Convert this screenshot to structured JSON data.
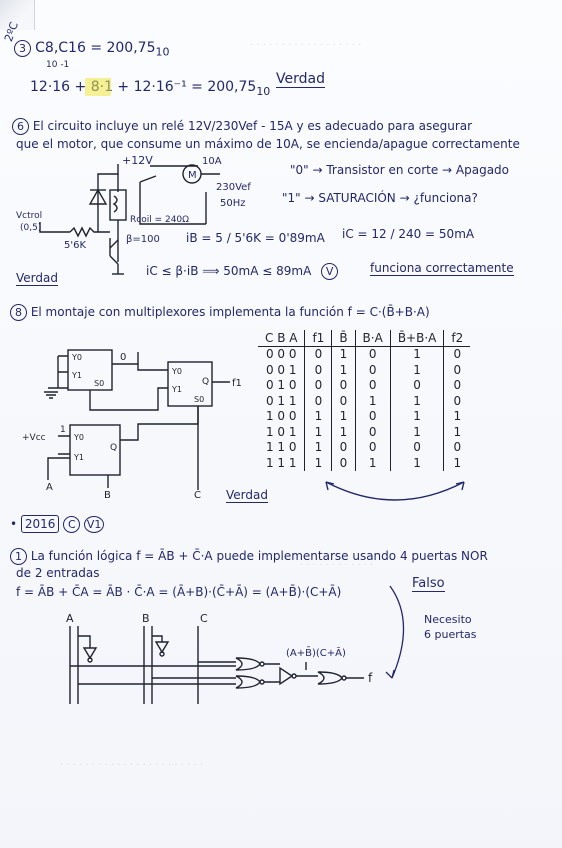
{
  "corner_mark": "2ºC",
  "q3": {
    "num": "3",
    "line1": "C8,C16 = 200,75",
    "line1_sub": "10",
    "line1_under": "10 -1",
    "line2": "12·16 + 8·1 + 12·16⁻¹ = 200,75",
    "line2_sub": "10",
    "answer": "Verdad"
  },
  "q6": {
    "num": "6",
    "line1": "El circuito incluye un relé 12V/230Vef - 15A y es adecuado para asegurar",
    "line2": "que el motor, que consume un máximo de 10A, se encienda/apague correctamente",
    "labels": {
      "vcc": "+12V",
      "motor": "M",
      "motor_current": "10A",
      "ac1": "230Vef",
      "ac2": "50Hz",
      "rcoil": "Rcoil = 240Ω",
      "beta": "β=100",
      "vctrol": "Vctrol",
      "vctrol_range": "(0,5)",
      "rb": "5'6K"
    },
    "note1": "\"0\" → Transistor en corte → Apagado",
    "note2": "\"1\" → SATURACIÓN → ¿funciona?",
    "calc_ib": "iB = 5 / 5'6K = 0'89mA",
    "calc_ic": "iC = 12 / 240 = 50mA",
    "calc_check": "iC ≤ β·iB ⟹ 50mA ≤ 89mA",
    "check_mark": "V",
    "conclusion": "funciona correctamente",
    "answer": "Verdad"
  },
  "q8": {
    "num": "8",
    "line1": "El montaje con multiplexores implementa la función f = C·(B̄+B·A)",
    "mux_labels": {
      "zero": "0",
      "y0": "Y0",
      "y1": "Y1",
      "s0": "S0",
      "q": "Q",
      "f1": "f1",
      "vcc": "+Vcc",
      "one": "1",
      "a": "A",
      "b": "B",
      "c": "C"
    },
    "table_headers": [
      "C B A",
      "f1",
      "B̄",
      "B·A",
      "B̄+B·A",
      "f2"
    ],
    "table_rows": [
      [
        "0 0 0",
        "0",
        "1",
        "0",
        "1",
        "0"
      ],
      [
        "0 0 1",
        "0",
        "1",
        "0",
        "1",
        "0"
      ],
      [
        "0 1 0",
        "0",
        "0",
        "0",
        "0",
        "0"
      ],
      [
        "0 1 1",
        "0",
        "0",
        "1",
        "1",
        "0"
      ],
      [
        "1 0 0",
        "1",
        "1",
        "0",
        "1",
        "1"
      ],
      [
        "1 0 1",
        "1",
        "1",
        "0",
        "1",
        "1"
      ],
      [
        "1 1 0",
        "1",
        "0",
        "0",
        "0",
        "0"
      ],
      [
        "1 1 1",
        "1",
        "0",
        "1",
        "1",
        "1"
      ]
    ],
    "answer": "Verdad"
  },
  "section_2016": {
    "year": "2016",
    "c_mark": "C",
    "v_mark": "V1"
  },
  "q1": {
    "num": "1",
    "line1": "La función lógica f = ĀB + C̄·A puede implementarse usando 4 puertas NOR",
    "line2": "de 2 entradas",
    "derivation": "f = ĀB + C̄A = ĀB · C̄·A = (Ā+B)·(C̄+Ā) = (A+B̄)·(C+Ā)",
    "answer": "Falso",
    "note1": "Necesito",
    "note2": "6 puertas",
    "circuit_label": "(A+B̄)(C+Ā)",
    "inputs": [
      "A",
      "B",
      "C"
    ],
    "output": "f"
  }
}
